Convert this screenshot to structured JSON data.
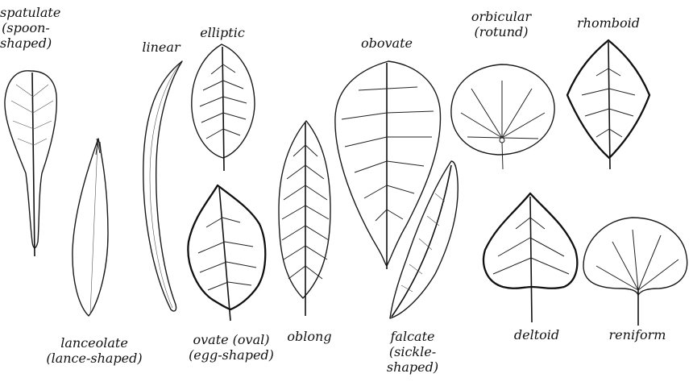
{
  "labels": {
    "spatulate": [
      "spatulate",
      "(spoon-",
      "shaped)"
    ],
    "linear": [
      "linear"
    ],
    "elliptic": [
      "elliptic"
    ],
    "obovate": [
      "obovate"
    ],
    "orbicular": [
      "orbicular",
      "(rotund)"
    ],
    "rhomboid": [
      "rhomboid"
    ],
    "lanceolate": [
      "lanceolate",
      "(lance-shaped)"
    ],
    "ovate": [
      "ovate (oval)",
      "(egg-shaped)"
    ],
    "oblong": [
      "oblong"
    ],
    "falcate": [
      "falcate",
      "(sickle-",
      "shaped)"
    ],
    "deltoid": [
      "deltoid"
    ],
    "reniform": [
      "reniform"
    ]
  }
}
